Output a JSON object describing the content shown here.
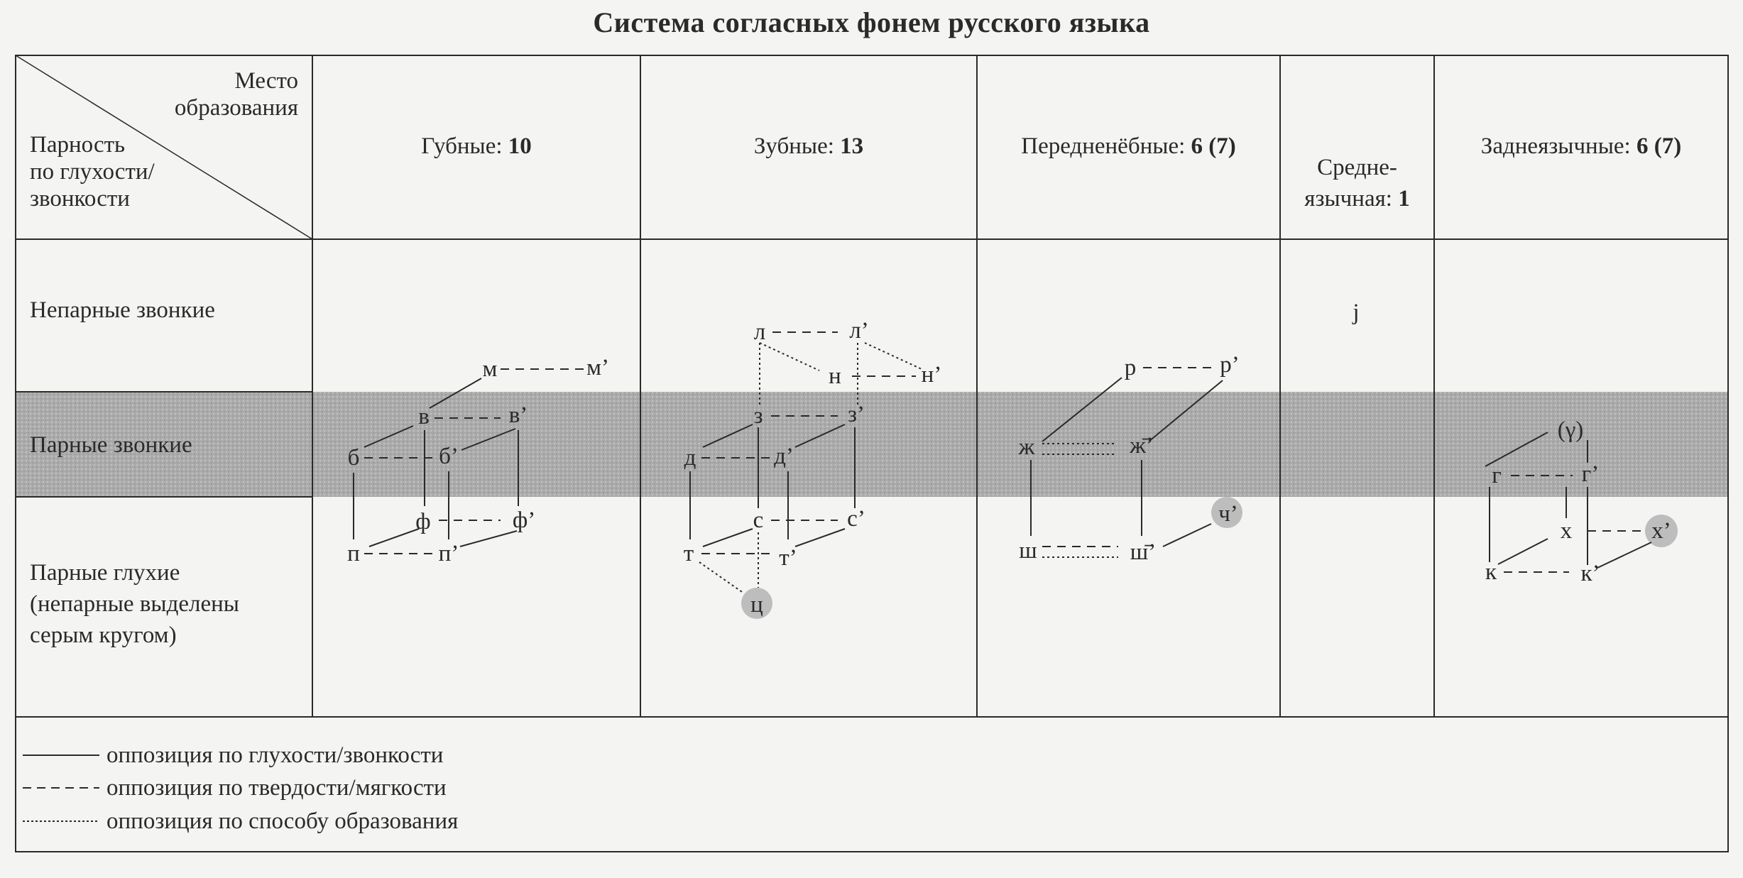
{
  "title": "Система согласных фонем русского языка",
  "header": {
    "corner_place": [
      "Место",
      "образования"
    ],
    "corner_pairing": [
      "Парность",
      "по глухости/",
      "звонкости"
    ],
    "columns": [
      {
        "label": "Губные: ",
        "count": "10"
      },
      {
        "label": "Зубные: ",
        "count": "13"
      },
      {
        "label": "Передненёбные: ",
        "count": "6 (7)"
      },
      {
        "label": "Средне-\nязычная: ",
        "count": "1"
      },
      {
        "label": "Заднеязычные: ",
        "count": "6 (7)"
      }
    ]
  },
  "rows": {
    "unpaired_voiced": "Непарные звонкие",
    "paired_voiced": "Парные звонкие",
    "paired_voiceless": [
      "Парные глухие",
      "(непарные выделены",
      "серым кругом)"
    ]
  },
  "phonemes": {
    "labial": [
      "м",
      "м’",
      "в",
      "в’",
      "б",
      "б’",
      "ф",
      "ф’",
      "п",
      "п’"
    ],
    "dental": [
      "л",
      "л’",
      "н",
      "н’",
      "з",
      "з’",
      "д",
      "д’",
      "с",
      "с’",
      "т",
      "т’",
      "ц"
    ],
    "prepalatal": [
      "р",
      "р’",
      "ж",
      "ж̄’",
      "ч’",
      "ш",
      "ш̄’"
    ],
    "mediolingual": [
      "j"
    ],
    "velar": [
      "(γ)",
      "г",
      "г’",
      "х",
      "х’",
      "к",
      "к’"
    ]
  },
  "legend": [
    "оппозиция по глухости/звонкости",
    "оппозиция по твердости/мягкости",
    "оппозиция по способу образования"
  ],
  "colors": {
    "band": "#aaaaaa",
    "unpaired_circle": "#bdbdbd",
    "ink": "#2a2a2a"
  }
}
